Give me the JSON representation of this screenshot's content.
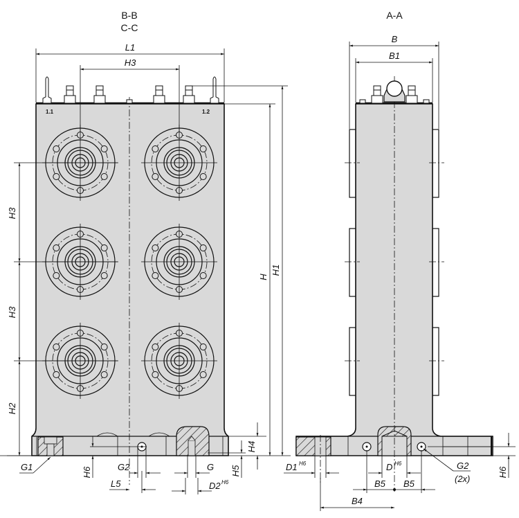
{
  "views": {
    "front_title_1": "B-B",
    "front_title_2": "C-C",
    "side_title": "A-A"
  },
  "front_view": {
    "dims": {
      "L1": "L1",
      "H3_top": "H3",
      "H3_upper": "H3",
      "H3_lower": "H3",
      "H2": "H2",
      "H": "H",
      "H1": "H1",
      "H4": "H4",
      "H5": "H5",
      "H6": "H6",
      "G1": "G1",
      "G2": "G2",
      "G": "G",
      "L5": "L5",
      "D2": "D2",
      "D2_tol": "H6"
    },
    "port_labels": [
      "1.1",
      "1.2"
    ],
    "flange_rows": 3,
    "flange_columns": 2
  },
  "side_view": {
    "dims": {
      "B": "B",
      "B1": "B1",
      "D1": "D1",
      "D1_tol": "H6",
      "D": "D",
      "D_tol": "H6",
      "B5_left": "B5",
      "B5_right": "B5",
      "B4": "B4",
      "G2": "G2",
      "G2_count": "(2x)",
      "H6": "H6"
    }
  }
}
